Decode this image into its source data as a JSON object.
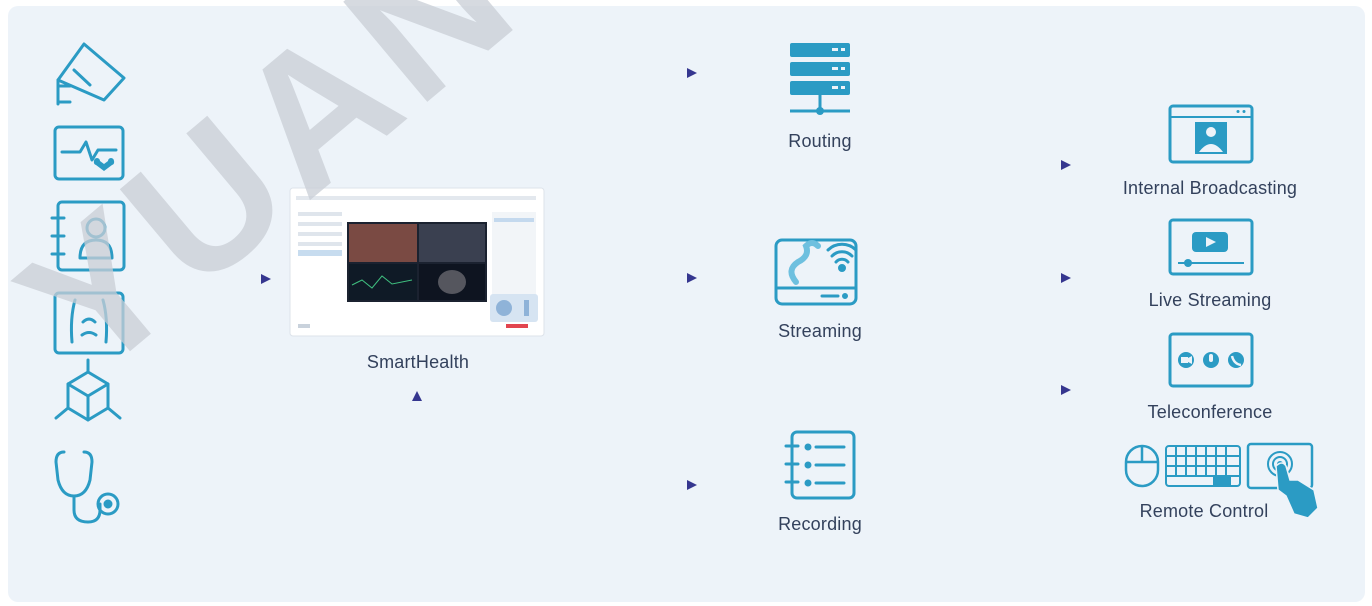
{
  "diagram": {
    "center": {
      "label": "SmartHealth"
    },
    "outputs": {
      "routing": "Routing",
      "streaming": "Streaming",
      "recording": "Recording"
    },
    "streaming_targets": {
      "internal": "Internal Broadcasting",
      "live": "Live Streaming",
      "teleconference": "Teleconference",
      "remote": "Remote Control"
    },
    "inputs": [
      "camera-icon",
      "vital-monitor-icon",
      "patient-record-icon",
      "xray-icon",
      "3d-model-icon",
      "stethoscope-icon"
    ]
  },
  "watermark": "YUAN CO",
  "colors": {
    "background": "#edf3f9",
    "icon": "#2b9bc4",
    "arrow_dark": "#35368f",
    "arrow_light": "#21a6e0",
    "text": "#33415c"
  }
}
